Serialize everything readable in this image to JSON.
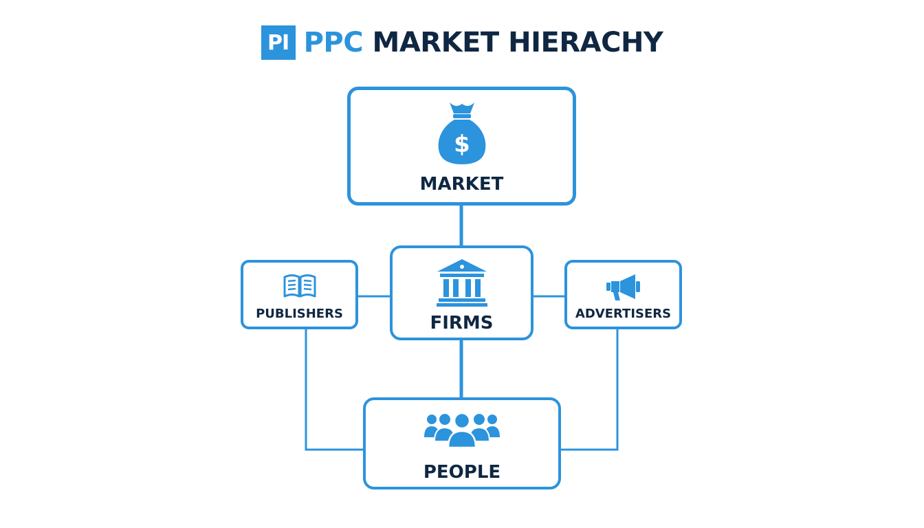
{
  "title": {
    "logo_text": "PI",
    "accent": "PPC",
    "main": "MARKET HIERACHY"
  },
  "colors": {
    "accent": "#2c93dd",
    "text_dark": "#0f2742",
    "background": "#ffffff"
  },
  "nodes": {
    "market": {
      "label": "MARKET",
      "icon": "money-bag-icon"
    },
    "firms": {
      "label": "FIRMS",
      "icon": "bank-building-icon"
    },
    "publishers": {
      "label": "PUBLISHERS",
      "icon": "open-book-icon"
    },
    "advertisers": {
      "label": "ADVERTISERS",
      "icon": "megaphone-icon"
    },
    "people": {
      "label": "PEOPLE",
      "icon": "group-of-people-icon"
    }
  },
  "connections": [
    {
      "from": "market",
      "to": "firms"
    },
    {
      "from": "firms",
      "to": "people"
    },
    {
      "from": "publishers",
      "to": "firms"
    },
    {
      "from": "advertisers",
      "to": "firms"
    },
    {
      "from": "publishers",
      "to": "people"
    },
    {
      "from": "advertisers",
      "to": "people"
    }
  ]
}
